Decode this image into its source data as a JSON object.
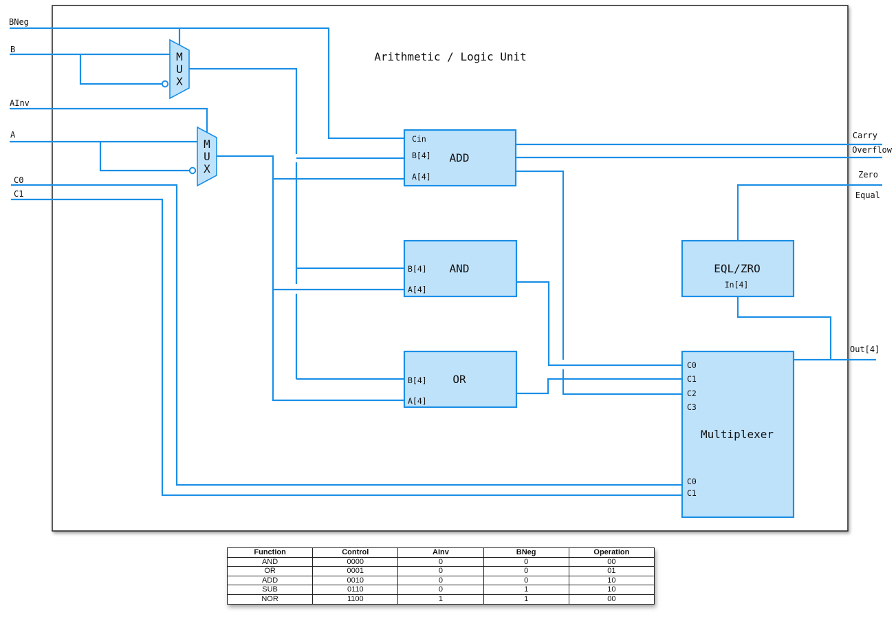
{
  "title": "Arithmetic / Logic Unit",
  "inputs": {
    "bneg": "BNeg",
    "b": "B",
    "ainv": "AInv",
    "a": "A",
    "c0": "C0",
    "c1": "C1"
  },
  "outputs": {
    "carry": "Carry",
    "overflow": "Overflow",
    "zero": "Zero",
    "equal": "Equal",
    "out": "Out[4]"
  },
  "mux": {
    "letters": [
      "M",
      "U",
      "X"
    ]
  },
  "add_block": {
    "label": "ADD",
    "ports": {
      "cin": "Cin",
      "b": "B[4]",
      "a": "A[4]"
    }
  },
  "and_block": {
    "label": "AND",
    "ports": {
      "b": "B[4]",
      "a": "A[4]"
    }
  },
  "or_block": {
    "label": "OR",
    "ports": {
      "b": "B[4]",
      "a": "A[4]"
    }
  },
  "eqlzro_block": {
    "label": "EQL/ZRO",
    "port": "In[4]"
  },
  "multiplexer_block": {
    "label": "Multiplexer",
    "data_ports": [
      "C0",
      "C1",
      "C2",
      "C3"
    ],
    "select_ports": [
      "C0",
      "C1"
    ]
  },
  "truth_table": {
    "headers": [
      "Function",
      "Control",
      "AInv",
      "BNeg",
      "Operation"
    ],
    "rows": [
      [
        "AND",
        "0000",
        "0",
        "0",
        "00"
      ],
      [
        "OR",
        "0001",
        "0",
        "0",
        "01"
      ],
      [
        "ADD",
        "0010",
        "0",
        "0",
        "10"
      ],
      [
        "SUB",
        "0110",
        "0",
        "1",
        "10"
      ],
      [
        "NOR",
        "1100",
        "1",
        "1",
        "00"
      ]
    ]
  },
  "colors": {
    "wire": "#1a8fe6",
    "block_fill": "#bfe2fb",
    "frame": "#222222"
  }
}
